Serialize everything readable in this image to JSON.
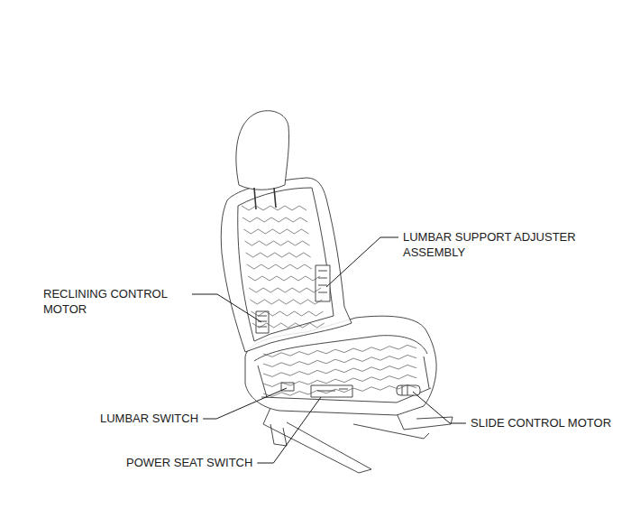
{
  "diagram": {
    "labels": [
      "LUMBAR SUPPORT ADJUSTER ASSEMBLY",
      "RECLINING CONTROL MOTOR",
      "LUMBAR SWITCH",
      "SLIDE CONTROL MOTOR",
      "POWER SEAT SWITCH"
    ]
  }
}
